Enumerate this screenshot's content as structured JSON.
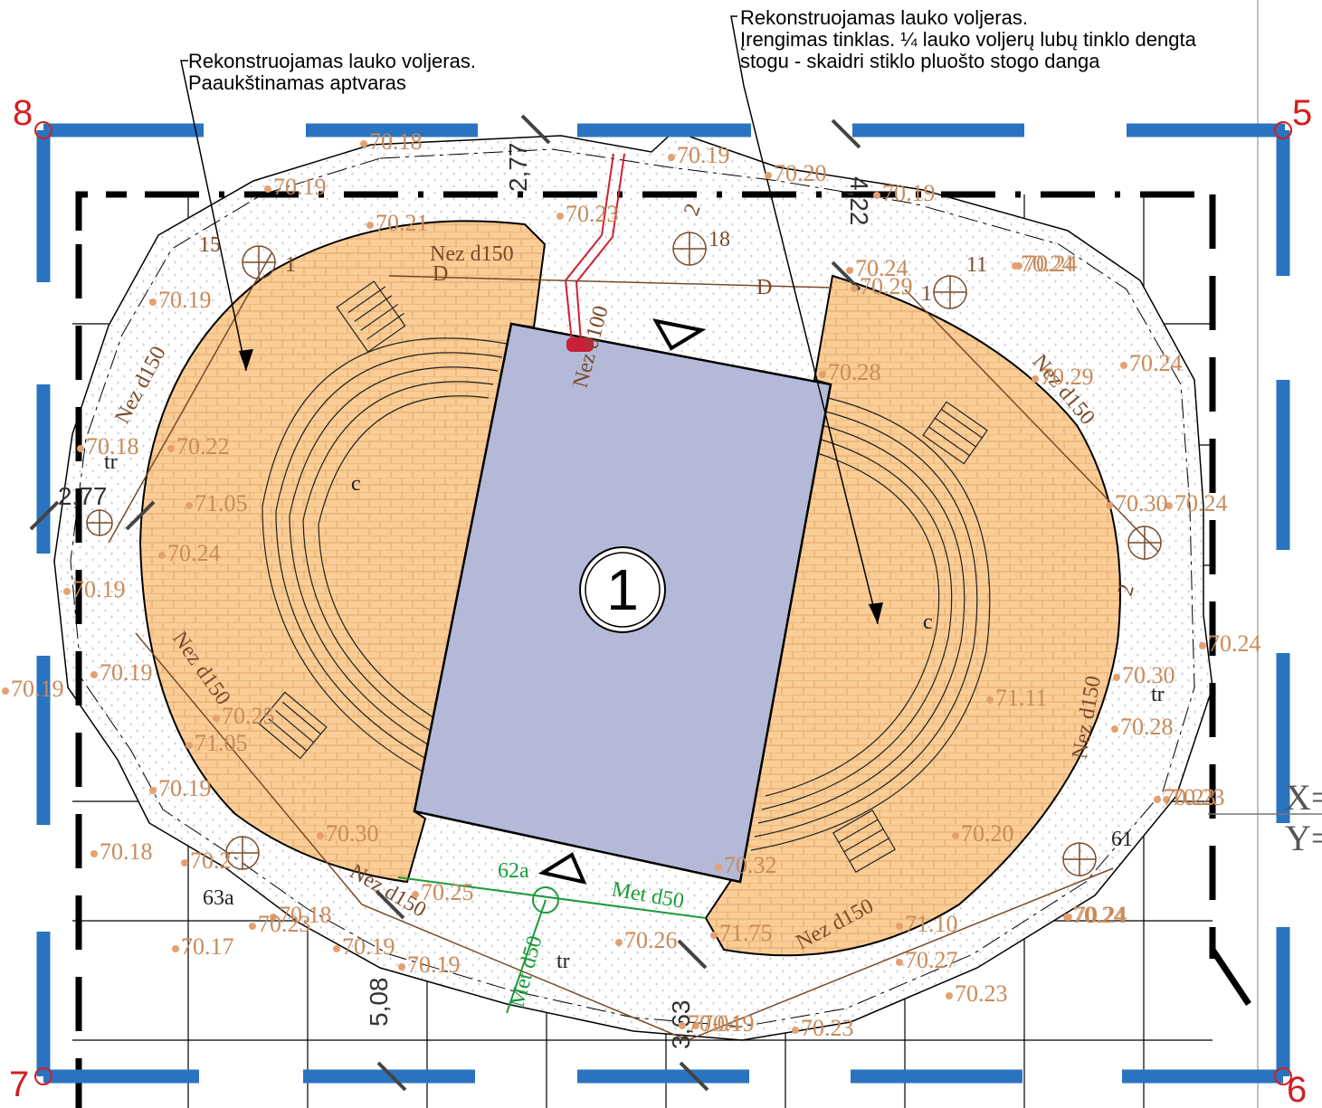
{
  "callouts": {
    "left": [
      "Rekonstruojamas lauko voljeras.",
      "Paaukštinamas aptvaras"
    ],
    "right": [
      "Rekonstruojamas lauko voljeras.",
      "Įrengimas tinklas. ¼ lauko voljerų lubų tinklo dengta",
      "stogu - skaidri stiklo pluošto stogo danga"
    ]
  },
  "building_number": "1",
  "corners": [
    "8",
    "5",
    "7",
    "6"
  ],
  "dimensions": [
    "2,77",
    "2,77",
    "4,22",
    "5,08",
    "3,63"
  ],
  "pipes": {
    "nez150": "Nez d150",
    "nez100": "Nez d100",
    "met50": "Met d50"
  },
  "labels": {
    "c": "c",
    "tr": "tr",
    "D": "D",
    "a62": "62a",
    "a63": "63a",
    "n61": "61",
    "n18": "18",
    "n11": "11",
    "n15": "15",
    "n1": "1",
    "n2": "2"
  },
  "coords": [
    "X=",
    "Y="
  ],
  "elevations": [
    "70.18",
    "70.19",
    "70.19",
    "70.20",
    "70.19",
    "70.24",
    "70.24",
    "70.29",
    "70.24",
    "70.23",
    "70.21",
    "70.19",
    "70.18",
    "70.22",
    "71.05",
    "70.24",
    "70.19",
    "70.19",
    "70.19",
    "70.25",
    "71.05",
    "70.19",
    "70.18",
    "70.2",
    "70.23",
    "70.18",
    "70.17",
    "70.19",
    "70.19",
    "70.25",
    "70.30",
    "70.26",
    "71.75",
    "70.32",
    "70.04",
    "70.19",
    "70.23",
    "70.23",
    "70.27",
    "71.10",
    "70.24",
    "70.20",
    "70.23",
    "70.28",
    "70.30",
    "71.11",
    "70.24",
    "70.30",
    "70.24",
    "70.29",
    "70.24",
    "70.28",
    "70.23",
    "70.24"
  ]
}
